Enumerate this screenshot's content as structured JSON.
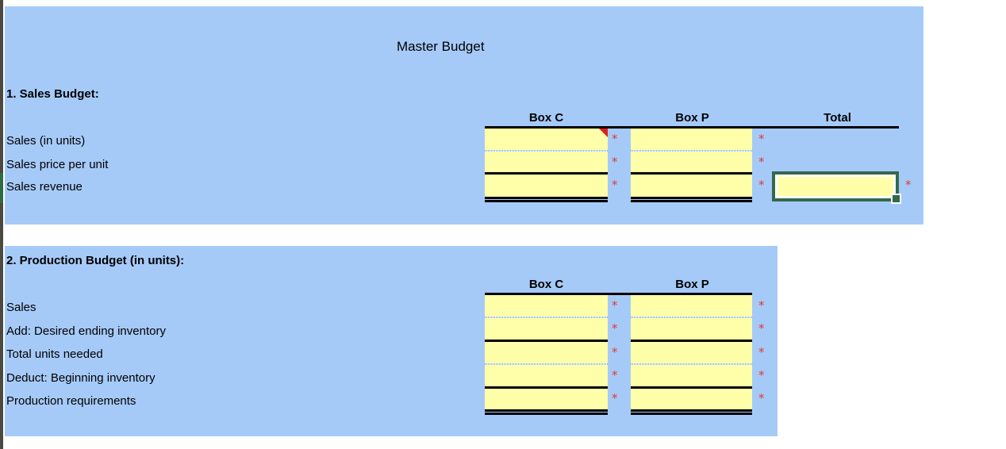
{
  "sheet": {
    "title": "Master Budget",
    "background_color": "#a6caf8",
    "input_cell_color": "#ffffaa",
    "required_marker": "*",
    "required_marker_color": "#e03b33",
    "selection_color": "#33694a"
  },
  "sections": [
    {
      "id": "sales-budget",
      "heading": "1. Sales Budget:",
      "column_headers": [
        "Box C",
        "Box P",
        "Total"
      ],
      "rows": [
        {
          "label": "Sales (in units)",
          "box_c": "",
          "box_p": "",
          "total": "",
          "has_comment": true
        },
        {
          "label": "Sales price per unit",
          "box_c": "",
          "box_p": "",
          "total": "",
          "has_comment": false
        },
        {
          "label": "Sales revenue",
          "box_c": "",
          "box_p": "",
          "total": "",
          "has_comment": false
        }
      ]
    },
    {
      "id": "production-budget",
      "heading": "2.  Production Budget (in units):",
      "column_headers": [
        "Box C",
        "Box P"
      ],
      "rows": [
        {
          "label": "Sales",
          "box_c": "",
          "box_p": ""
        },
        {
          "label": "Add: Desired ending inventory",
          "box_c": "",
          "box_p": ""
        },
        {
          "label": "Total units needed",
          "box_c": "",
          "box_p": ""
        },
        {
          "label": "Deduct: Beginning inventory",
          "box_c": "",
          "box_p": ""
        },
        {
          "label": "Production requirements",
          "box_c": "",
          "box_p": ""
        }
      ]
    }
  ],
  "selection": {
    "section": "sales-budget",
    "row": "Sales revenue",
    "column": "Total",
    "value": ""
  }
}
